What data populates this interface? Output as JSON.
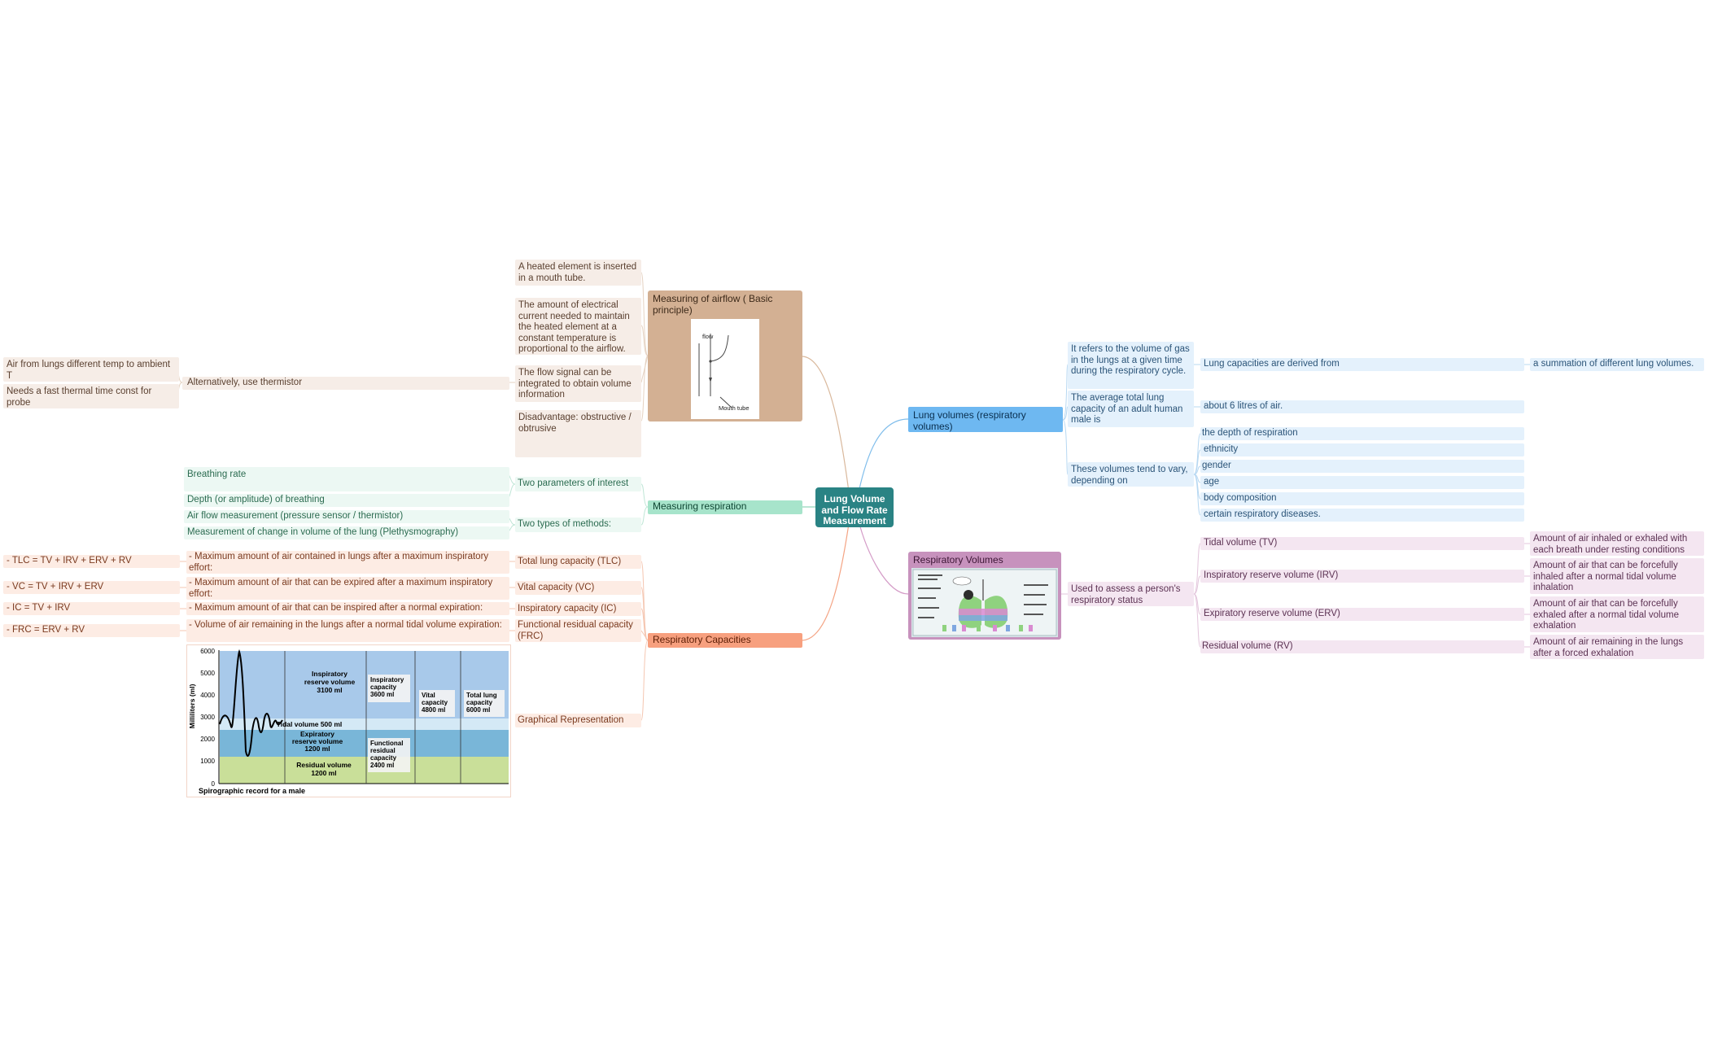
{
  "center": {
    "label": "Lung Volume and Flow Rate Measurement"
  },
  "airflow": {
    "title": "Measuring of airflow ( Basic principle)",
    "diagram_labels": {
      "flow": "flow",
      "mouth": "Mouth tube"
    },
    "items": [
      "A heated element is inserted in a mouth tube.",
      "The amount of electrical current needed to maintain the heated element at a constant temperature is proportional to the airflow.",
      "The flow signal can be integrated to obtain volume information",
      "Disadvantage: obstructive / obtrusive"
    ],
    "thermistor": {
      "label": "Alternatively, use thermistor",
      "notes": [
        "Air from lungs different temp to ambient T",
        "Needs a fast thermal time const for probe"
      ]
    }
  },
  "respiration": {
    "title": "Measuring respiration",
    "parameters": {
      "label": "Two parameters of interest",
      "items": [
        "Breathing rate",
        "Depth (or amplitude) of breathing"
      ]
    },
    "methods": {
      "label": "Two types of methods:",
      "items": [
        "Air flow measurement (pressure sensor / thermistor)",
        "Measurement of change in volume of the lung (Plethysmography)"
      ]
    }
  },
  "capacities": {
    "title": "Respiratory Capacities",
    "items": [
      {
        "name": "Total lung capacity (TLC)",
        "desc": "- Maximum amount of air contained in lungs after a maximum inspiratory effort:",
        "formula": "- TLC = TV + IRV + ERV + RV"
      },
      {
        "name": "Vital capacity (VC)",
        "desc": "- Maximum amount of air that can be expired after a maximum inspiratory effort:",
        "formula": "- VC = TV + IRV + ERV"
      },
      {
        "name": "Inspiratory capacity (IC)",
        "desc": "- Maximum amount of air that can be inspired after a normal expiration:",
        "formula": "- IC = TV + IRV"
      },
      {
        "name": "Functional residual capacity (FRC)",
        "desc": "- Volume of air remaining in the lungs after a normal tidal volume expiration:",
        "formula": "- FRC = ERV + RV"
      }
    ],
    "graphical": "Graphical Representation"
  },
  "spiro": {
    "ylabel": "Milliliters (ml)",
    "caption": "Spirographic record for a male",
    "yticks": [
      "6000",
      "5000",
      "4000",
      "3000",
      "2000",
      "1000",
      "0"
    ],
    "irv": [
      "Inspiratory",
      "reserve volume",
      "3100 ml"
    ],
    "tidal": "Tidal volume 500 ml",
    "erv": [
      "Expiratory",
      "reserve volume",
      "1200 ml"
    ],
    "rv": [
      "Residual volume",
      "1200 ml"
    ],
    "ic": [
      "Inspiratory",
      "capacity",
      "3600 ml"
    ],
    "frc": [
      "Functional",
      "residual",
      "capacity",
      "2400 ml"
    ],
    "vc": [
      "Vital",
      "capacity",
      "4800 ml"
    ],
    "tlc": [
      "Total lung",
      "capacity",
      "6000 ml"
    ],
    "colors": {
      "irv": "#a8c9ea",
      "tidal": "#d4e9f6",
      "erv": "#79b6d8",
      "rv": "#c9df99"
    }
  },
  "volumes": {
    "title": "Lung volumes (respiratory volumes)",
    "definition": "It refers to the volume of gas in the lungs at a given time during the respiratory cycle.",
    "derived_label": "Lung capacities are derived from",
    "derived_value": "a summation of different lung volumes.",
    "average_label": "The average total lung capacity of an adult human male is",
    "average_value": "about 6 litres of air.",
    "vary_label": "These volumes tend to vary, depending on",
    "factors": [
      "the depth of respiration",
      "ethnicity",
      "gender",
      "age",
      "body composition",
      "certain respiratory diseases."
    ]
  },
  "resp_volumes": {
    "title": "Respiratory Volumes",
    "usage": "Used to assess a person's respiratory status",
    "items": [
      {
        "name": "Tidal volume (TV)",
        "desc": "Amount of air inhaled or exhaled with each breath under resting conditions"
      },
      {
        "name": "Inspiratory reserve volume (IRV)",
        "desc": "Amount of air that can be forcefully inhaled after a normal tidal volume inhalation"
      },
      {
        "name": "Expiratory reserve volume (ERV)",
        "desc": "Amount of air that can be forcefully exhaled after a normal tidal volume exhalation"
      },
      {
        "name": "Residual volume (RV)",
        "desc": "Amount of air remaining in the lungs after a forced exhalation"
      }
    ]
  },
  "colors": {
    "center": "#2a8384",
    "airflow": "#d3b093",
    "respiration": "#a7e4cb",
    "capacities": "#f7a07f",
    "volumes": "#6eb8f1",
    "resp_volumes": "#c792bd"
  }
}
